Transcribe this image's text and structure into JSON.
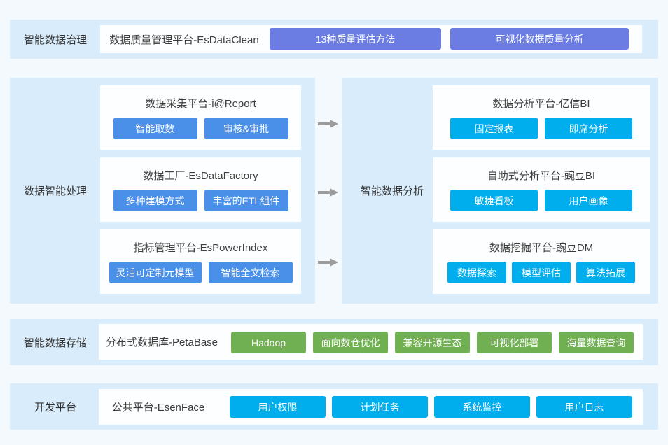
{
  "colors": {
    "page_bg": "#f4f9fd",
    "panel_bg": "#d9ecfb",
    "card_bg": "#fcfeff",
    "purple_chip": "#6b7ce3",
    "blue_chip": "#4b90e8",
    "cyan_chip": "#00aeee",
    "green_chip": "#70b052",
    "arrow_gray": "#9c9c9c",
    "text_dark": "#3d3d3d"
  },
  "icons": {
    "flow_arrow": "right-arrow"
  },
  "sections": {
    "governance": {
      "label": "智能数据治理",
      "platform": "数据质量管理平台-EsDataClean",
      "buttons": [
        "13种质量评估方法",
        "可视化数据质量分析"
      ]
    },
    "processing": {
      "label": "数据智能处理",
      "cards": [
        {
          "title": "数据采集平台-i@Report",
          "buttons": [
            "智能取数",
            "审核&审批"
          ]
        },
        {
          "title": "数据工厂-EsDataFactory",
          "buttons": [
            "多种建模方式",
            "丰富的ETL组件"
          ]
        },
        {
          "title": "指标管理平台-EsPowerIndex",
          "buttons": [
            "灵活可定制元模型",
            "智能全文检索"
          ]
        }
      ]
    },
    "analysis": {
      "label": "智能数据分析",
      "cards": [
        {
          "title": "数据分析平台-亿信BI",
          "buttons": [
            "固定报表",
            "即席分析"
          ]
        },
        {
          "title": "自助式分析平台-豌豆BI",
          "buttons": [
            "敏捷看板",
            "用户画像"
          ]
        },
        {
          "title": "数据挖掘平台-豌豆DM",
          "buttons": [
            "数据探索",
            "模型评估",
            "算法拓展"
          ]
        }
      ]
    },
    "storage": {
      "label": "智能数据存储",
      "platform": "分布式数据库-PetaBase",
      "buttons": [
        "Hadoop",
        "面向数仓优化",
        "兼容开源生态",
        "可视化部署",
        "海量数据查询"
      ]
    },
    "devplatform": {
      "label": "开发平台",
      "platform": "公共平台-EsenFace",
      "buttons": [
        "用户权限",
        "计划任务",
        "系统监控",
        "用户日志"
      ]
    }
  }
}
